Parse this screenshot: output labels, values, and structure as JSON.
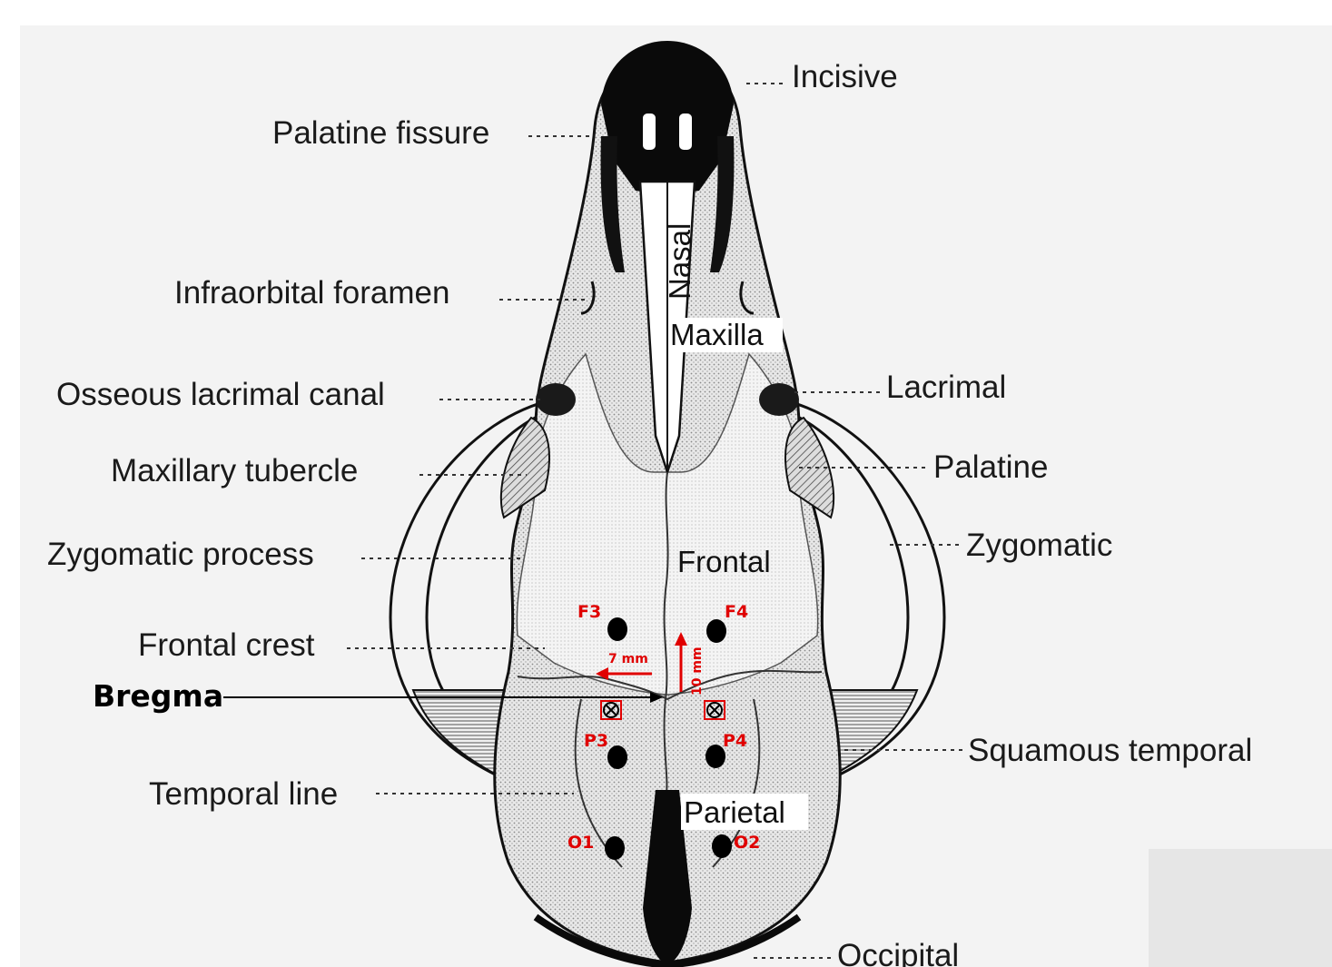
{
  "labels": {
    "incisive": "Incisive",
    "palatine_fissure": "Palatine fissure",
    "nasal": "Nasal",
    "infraorbital_foramen": "Infraorbital foramen",
    "maxilla": "Maxilla",
    "osseous_lacrimal_canal": "Osseous lacrimal canal",
    "lacrimal": "Lacrimal",
    "maxillary_tubercle": "Maxillary tubercle",
    "palatine": "Palatine",
    "zygomatic_process": "Zygomatic process",
    "zygomatic": "Zygomatic",
    "frontal": "Frontal",
    "frontal_crest": "Frontal crest",
    "bregma": "Bregma",
    "squamous_temporal": "Squamous temporal",
    "temporal_line": "Temporal line",
    "parietal": "Parietal",
    "occipital": "Occipital"
  },
  "electrodes": [
    "F3",
    "F4",
    "P3",
    "P4",
    "O1",
    "O2"
  ],
  "measurements": {
    "lateral": "7 mm",
    "anterior": "10 mm"
  },
  "colors": {
    "electrode_label": "#e00000",
    "electrode_dot": "#000000",
    "marker": "#e00000"
  }
}
